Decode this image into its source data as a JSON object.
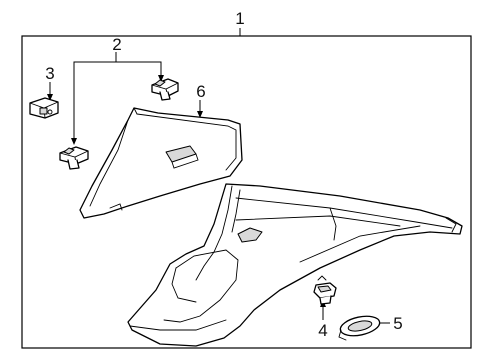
{
  "diagram": {
    "callouts": [
      {
        "id": "c1",
        "text": "1"
      },
      {
        "id": "c2",
        "text": "2"
      },
      {
        "id": "c3",
        "text": "3"
      },
      {
        "id": "c4",
        "text": "4"
      },
      {
        "id": "c5",
        "text": "5"
      },
      {
        "id": "c6",
        "text": "6"
      }
    ]
  }
}
